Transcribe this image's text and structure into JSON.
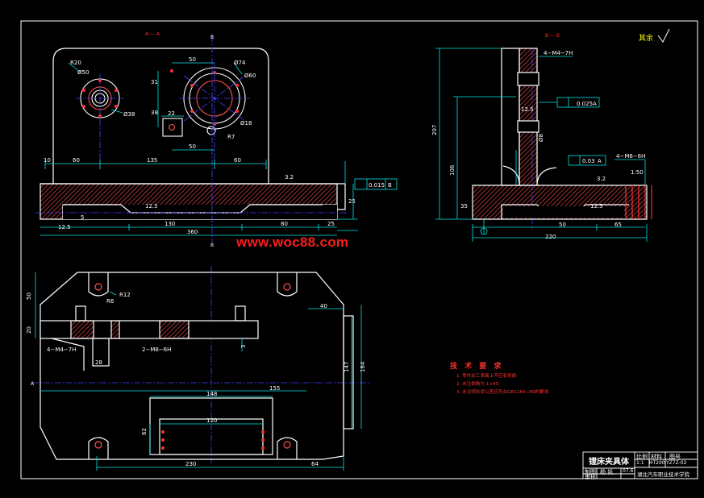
{
  "watermark": "www.woc88.com",
  "views": {
    "front_label": "A — A",
    "side_label": "B — B",
    "section_b_top": "B",
    "section_b_bottom": "B",
    "section_a_left": "A",
    "rest_label": "其余"
  },
  "dimensions": {
    "front": [
      "R20",
      "Ø50",
      "Ø38",
      "50",
      "Ø74",
      "Ø60",
      "31",
      "38",
      "22",
      "50",
      "Ø18",
      "R7",
      "10",
      "60",
      "135",
      "60",
      "12.5",
      "130",
      "80",
      "25",
      "360",
      "25",
      "3.2",
      "0.015",
      "B",
      "12.5",
      "5"
    ],
    "side": [
      "4−M4−7H",
      "0.025",
      "A",
      "12.5",
      "207",
      "106",
      "35",
      "4−M6−6H",
      "0.03",
      "A",
      "1:50",
      "3.2",
      "12.5",
      "50",
      "65",
      "220",
      "Ø8"
    ],
    "plan": [
      "50",
      "R12",
      "R6",
      "20",
      "40",
      "4−M4−7H",
      "2−M8−6H",
      "28",
      "147",
      "164",
      "155",
      "148",
      "120",
      "62",
      "230",
      "64",
      "3"
    ]
  },
  "tech_requirements": {
    "title": "技 术 要 求",
    "lines": [
      "1. 零件加工表面上不应有划痕;",
      "2. 未注倒角为 1×45;",
      "3. 未注明形状公差应符合GB1184−80的要求."
    ]
  },
  "title_block": {
    "name": "镗床夹具体",
    "scale_label": "比例",
    "material_label": "材料",
    "drawing_no_label": "图号",
    "scale_value": "1:1",
    "material_value": "HT200",
    "drawing_no_value": "YZ7Z-02",
    "drawn_label": "制图",
    "drawn_name": "杨 钒",
    "drawn_date": "07.6",
    "checked_label": "审核",
    "school": "湖北汽车职业技术学院"
  },
  "colors": {
    "background": "#000000",
    "outline": "#ffffff",
    "dimension": "#00e5e5",
    "section": "#ff3030",
    "hatch": "#ff5050",
    "center": "#4040ff",
    "note": "#ff3030",
    "accent": "#ffff00"
  }
}
